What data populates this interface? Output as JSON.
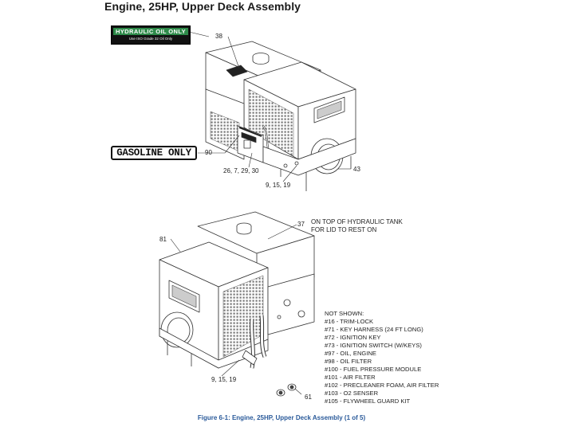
{
  "title": "Engine, 25HP, Upper Deck Assembly",
  "caption": "Figure 6-1:  Engine, 25HP, Upper Deck Assembly (1 of 5)",
  "decals": {
    "hydraulic": {
      "main": "HYDRAULIC OIL ONLY",
      "sub": "Use ISO Grade 32 Oil Only"
    },
    "gasoline": "GASOLINE ONLY"
  },
  "callouts": {
    "c38": "38",
    "c90": "90",
    "c26": "26, 7, 29, 30",
    "c43": "43",
    "c9a": "9, 15, 19",
    "c37": "37",
    "c37note": "ON TOP OF HYDRAULIC TANK",
    "c37note2": "FOR LID TO REST ON",
    "c81": "81",
    "c9b": "9, 15, 19",
    "c61": "61"
  },
  "not_shown": {
    "heading": "NOT SHOWN:",
    "items": [
      "#16 - TRIM-LOCK",
      "#71 - KEY HARNESS (24 FT LONG)",
      "#72 - IGNITION KEY",
      "#73 - IGNITION SWITCH (W/KEYS)",
      "#97 - OIL, ENGINE",
      "#98 - OIL FILTER",
      "#100 - FUEL PRESSURE MODULE",
      "#101 - AIR FILTER",
      "#102 - PRECLEANER FOAM, AIR FILTER",
      "#103 - O2 SENSER",
      "#105 - FLYWHEEL GUARD KIT"
    ]
  }
}
